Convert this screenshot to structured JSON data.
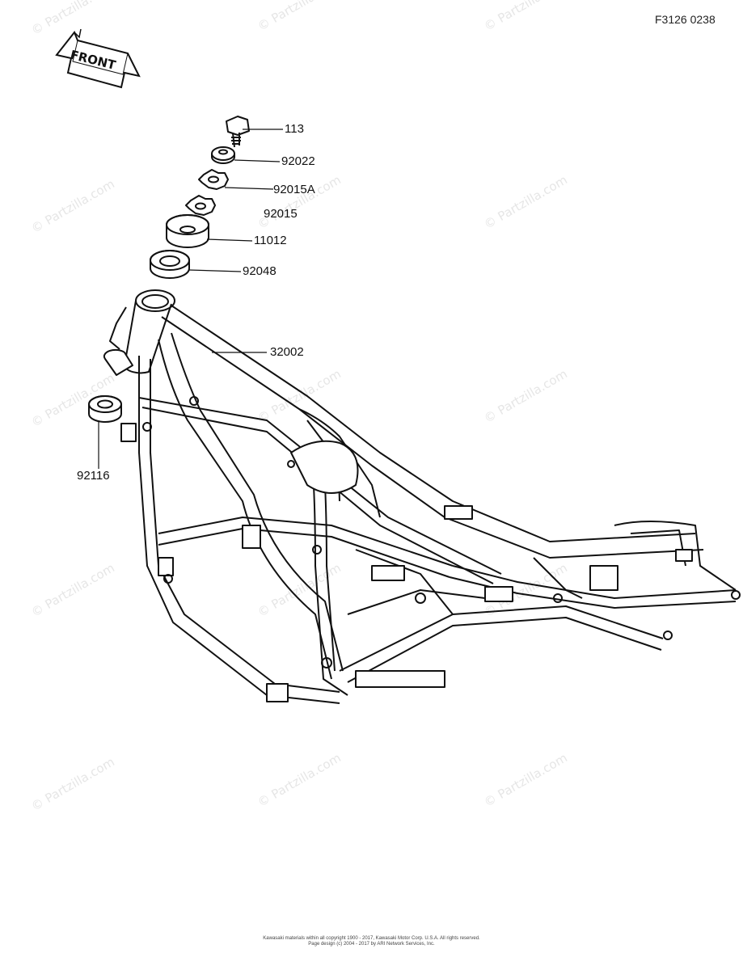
{
  "reference_code": "F3126 0238",
  "direction_label": "FRONT",
  "watermark": "© Partzilla.com",
  "parts": [
    {
      "number": "113"
    },
    {
      "number": "92022"
    },
    {
      "number": "92015A"
    },
    {
      "number": "92015"
    },
    {
      "number": "11012"
    },
    {
      "number": "92048"
    },
    {
      "number": "32002"
    },
    {
      "number": "92116"
    }
  ],
  "footer": {
    "line1": "Kawasaki materials within all copyright 1900 - 2017, Kawasaki Motor Corp. U.S.A. All rights reserved.",
    "line2": "Page design (c) 2004 - 2017 by ARI Network Services, Inc."
  }
}
